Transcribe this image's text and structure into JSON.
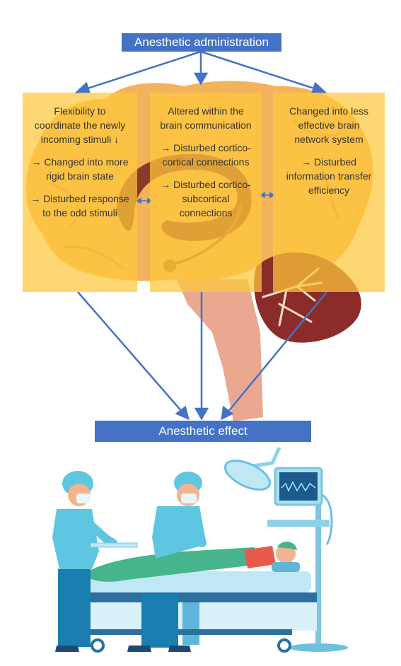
{
  "top_label": "Anesthetic administration",
  "bottom_label": "Anesthetic effect",
  "panels": [
    {
      "heading": "Flexibility to coordinate the newly incoming stimuli ↓",
      "items": [
        "→ Changed into more rigid brain state",
        "→ Disturbed response to the odd stimuli"
      ]
    },
    {
      "heading": "Altered within the brain communication",
      "items": [
        "→ Disturbed cortico-cortical connections",
        "→ Disturbed cortico-subcortical connections"
      ]
    },
    {
      "heading": "Changed into less effective brain network system",
      "items": [
        "→ Disturbed information transfer efficiency"
      ]
    }
  ],
  "colors": {
    "accent_blue": "#4472c4",
    "panel_yellow": "#ffc83c",
    "brain_orange": "#f3b25c",
    "cerebellum": "#8b2c2a",
    "brainstem": "#eba890"
  }
}
